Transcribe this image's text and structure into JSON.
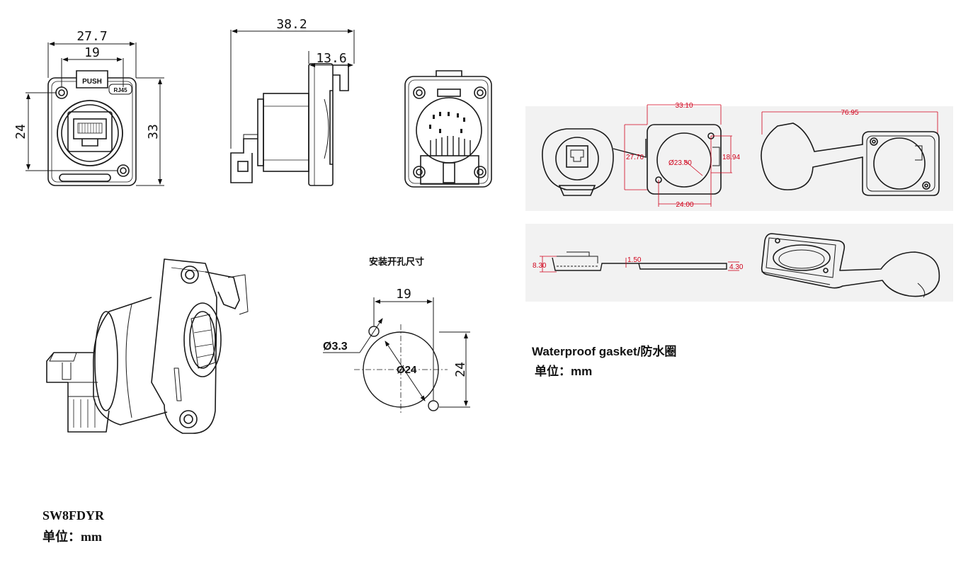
{
  "front_view": {
    "dim_width_outer": "27.7",
    "dim_width_inner": "19",
    "dim_height_left": "24",
    "dim_height_right": "33",
    "label_push": "PUSH",
    "label_rj45": "RJ45"
  },
  "side_view": {
    "dim_depth_total": "38.2",
    "dim_depth_front": "13.6"
  },
  "panel_cutout": {
    "title": "安装开孔尺寸",
    "dim_spacing": "19",
    "dim_hole": "Ø3.3",
    "dim_diameter": "Ø24",
    "dim_height": "24"
  },
  "gasket": {
    "dim_a": "33.10",
    "dim_b": "27.70",
    "dim_c": "18.94",
    "dim_d": "Ø23.80",
    "dim_e": "24.00",
    "dim_f": "76.95",
    "dim_g": "8.30",
    "dim_h": "1.50",
    "dim_i": "4.30",
    "caption": "Waterproof gasket/防水圈",
    "unit": "单位：mm"
  },
  "product": {
    "model": "SW8FDYR",
    "unit": "单位：mm"
  },
  "colors": {
    "line": "#1a1a1a",
    "dimension_red": "#d0021b",
    "gray_panel": "#f2f2f2"
  }
}
